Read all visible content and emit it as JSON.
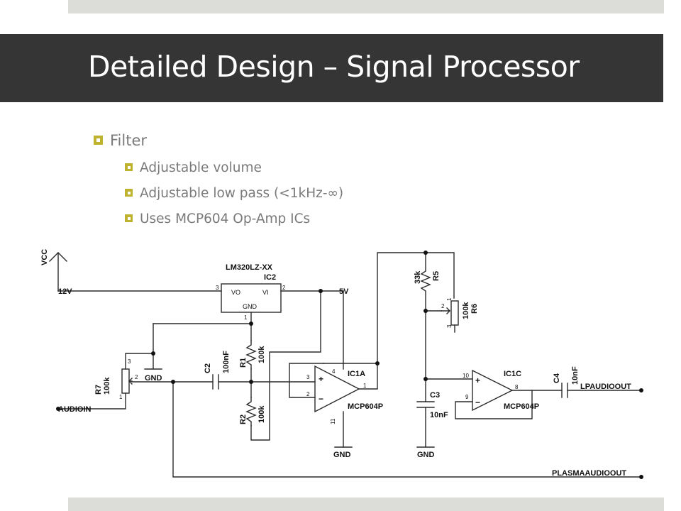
{
  "slide": {
    "title": "Detailed Design – Signal Processor",
    "bullets": [
      {
        "text": "Filter",
        "level": 1
      },
      {
        "text": "Adjustable volume",
        "level": 2
      },
      {
        "text": "Adjustable low pass (<1kHz-∞)",
        "level": 2
      },
      {
        "text": "Uses MCP604 Op-Amp ICs",
        "level": 2
      }
    ],
    "bullet_color": "#bfb22e",
    "title_bar_color": "#353535"
  },
  "schematic": {
    "vcc": "VCC",
    "v12": "12V",
    "v5": "5V",
    "reg_part": "LM320LZ-XX",
    "reg_ref": "IC2",
    "reg_vo": "VO",
    "reg_vi": "VI",
    "reg_gnd": "GND",
    "reg_pin1": "1",
    "reg_pin2": "2",
    "reg_pin3": "3",
    "r7_ref": "R7",
    "r7_val": "100k",
    "r7_p1": "1",
    "r7_p2": "2",
    "r7_p3": "3",
    "gnd_r7": "GND",
    "audioin": "AUDIOIN",
    "c2_ref": "C2",
    "c2_val": "100nF",
    "r1_ref": "R1",
    "r1_val": "100k",
    "r2_ref": "R2",
    "r2_val": "100k",
    "ic1a_ref": "IC1A",
    "ic1a_part": "MCP604P",
    "ic1a_p3": "3",
    "ic1a_p2": "2",
    "ic1a_p1": "1",
    "ic1a_p4": "4",
    "ic1a_p11": "11",
    "gnd_ic1a": "GND",
    "r5_val": "33k",
    "r5_ref": "R5",
    "r6_val": "100k",
    "r6_ref": "R6",
    "r6_p1": "1",
    "r6_p2": "2",
    "r6_p3": "3",
    "c3_ref": "C3",
    "c3_val": "10nF",
    "gnd_c3": "GND",
    "ic1c_ref": "IC1C",
    "ic1c_part": "MCP604P",
    "ic1c_p10": "10",
    "ic1c_p9": "9",
    "ic1c_p8": "8",
    "c4_ref": "C4",
    "c4_val": "10nF",
    "lpout": "LPAUDIOOUT",
    "plasmaout": "PLASMAAUDIOOUT",
    "plus": "+",
    "minus": "−"
  }
}
